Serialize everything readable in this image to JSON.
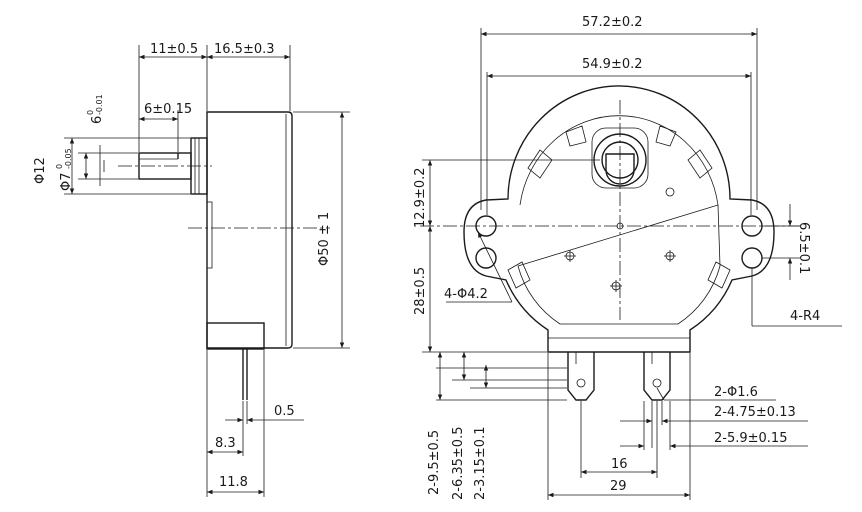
{
  "side_view": {
    "dim_11": "11±0.5",
    "dim_16_5": "16.5±0.3",
    "dim_6_shaft": "6",
    "tol_6_upper": "0",
    "tol_6_lower": "-0.01",
    "dim_6_15": "6±0.15",
    "dim_d12": "Φ12",
    "dim_d7": "Φ7",
    "tol_7_upper": "0",
    "tol_7_lower": "-0.05",
    "dim_d50": "Φ50 ± 1",
    "dim_0_5": "0.5",
    "dim_8_3": "8.3",
    "dim_11_8": "11.8"
  },
  "front_view": {
    "dim_57_2": "57.2±0.2",
    "dim_54_9": "54.9±0.2",
    "dim_12_9": "12.9±0.2",
    "dim_28": "28±0.5",
    "dim_4_d4_2": "4-Φ4.2",
    "dim_6_5": "6.5±0.1",
    "dim_4_r4": "4-R4",
    "dim_2_d1_6": "2-Φ1.6",
    "dim_2_4_75": "2-4.75±0.13",
    "dim_2_5_9": "2-5.9±0.15",
    "dim_16": "16",
    "dim_29": "29",
    "dim_2_9_5": "2-9.5±0.5",
    "dim_2_6_35": "2-6.35±0.5",
    "dim_2_3_15": "2-3.15±0.1"
  }
}
